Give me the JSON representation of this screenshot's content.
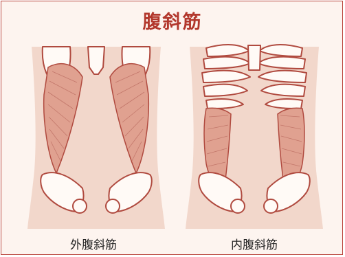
{
  "title": "腹斜筋",
  "figures": [
    {
      "label": "外腹斜筋"
    },
    {
      "label": "内腹斜筋"
    }
  ],
  "colors": {
    "border": "#b9433a",
    "title": "#b2372c",
    "skin": "#f2d7cb",
    "muscle": "#e0a190",
    "bone_stroke": "#b04a3f"
  }
}
